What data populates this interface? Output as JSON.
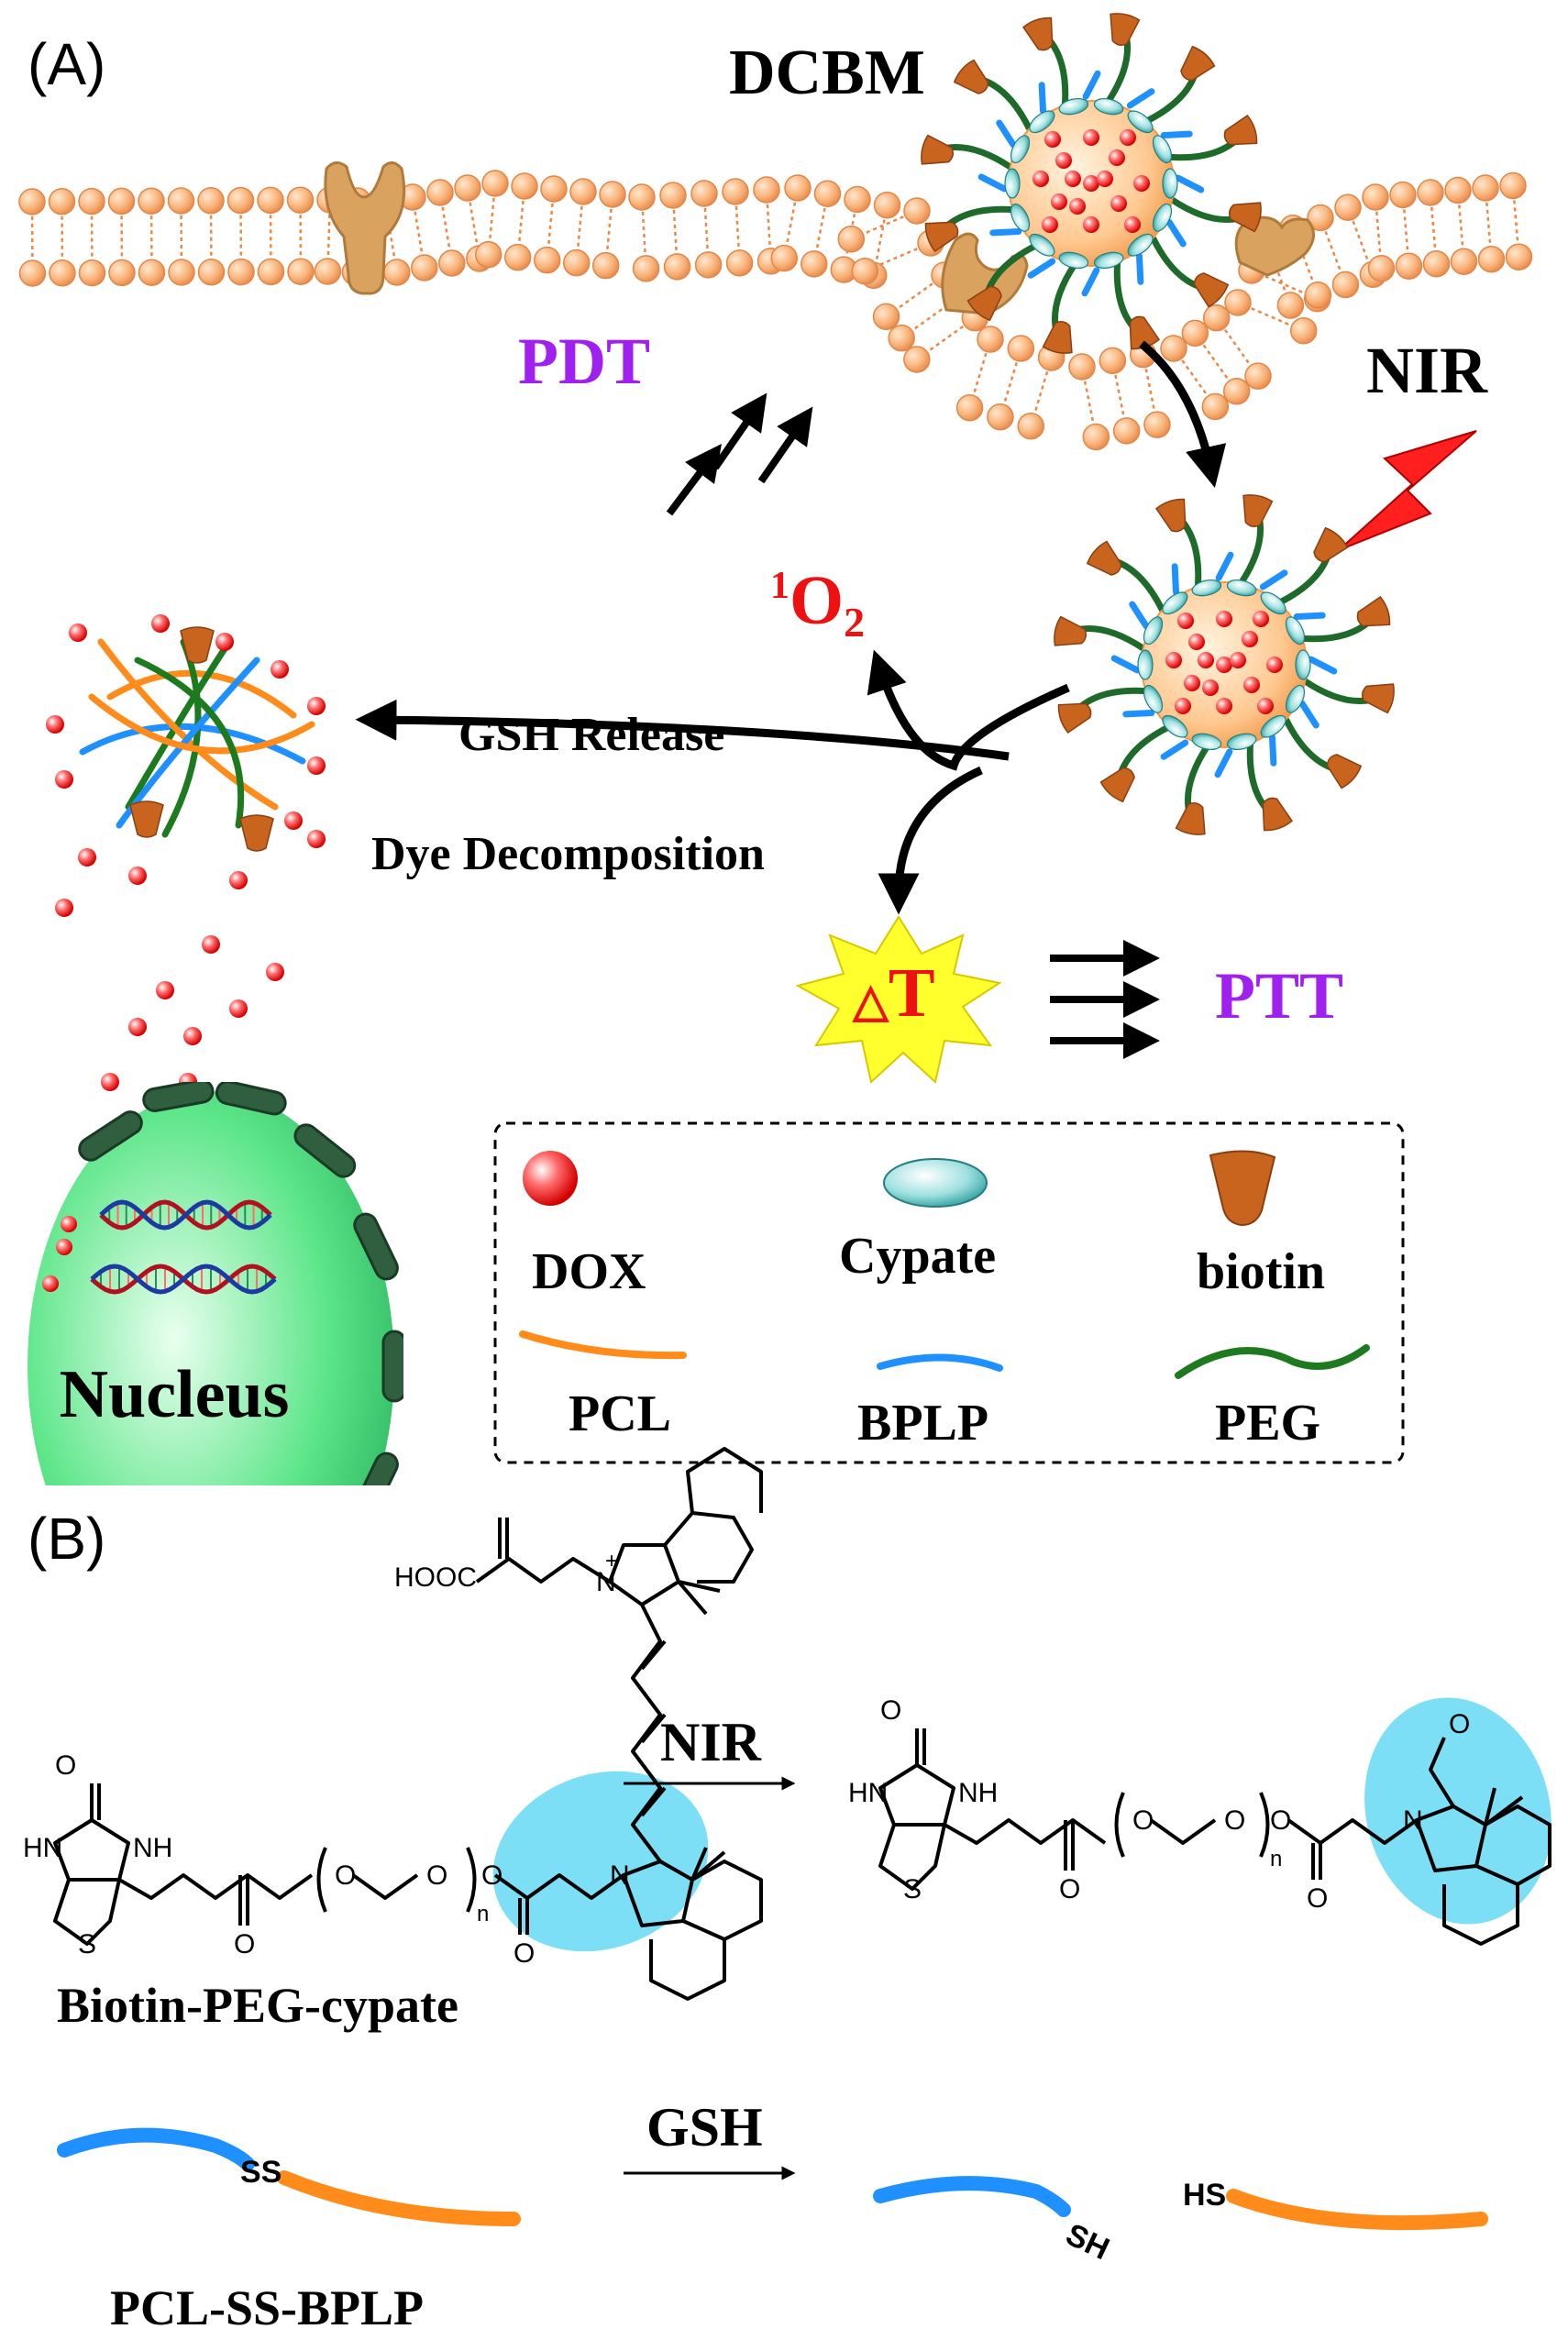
{
  "panels": {
    "a_label": "(A)",
    "b_label": "(B)"
  },
  "panel_a": {
    "particle_name": "DCBM",
    "nir_label": "NIR",
    "pdt_label": "PDT",
    "singlet_oxygen": {
      "superscript": "1",
      "symbol": "O",
      "subscript": "2"
    },
    "gsh_release_label": "GSH Release",
    "dye_decomposition_label": "Dye Decomposition",
    "heat_label": {
      "delta": "△",
      "symbol": "T"
    },
    "ptt_label": "PTT",
    "nucleus_label": "Nucleus",
    "legend": [
      {
        "label": "DOX",
        "icon": "sphere-icon"
      },
      {
        "label": "Cypate",
        "icon": "ellipse-icon"
      },
      {
        "label": "biotin",
        "icon": "cup-icon"
      },
      {
        "label": "PCL",
        "icon": "orange-curve-icon"
      },
      {
        "label": "BPLP",
        "icon": "blue-curve-icon"
      },
      {
        "label": "PEG",
        "icon": "green-curve-icon"
      }
    ]
  },
  "panel_b": {
    "reaction1_condition": "NIR",
    "reaction1_reactant": "Biotin-PEG-cypate",
    "reaction2_condition": "GSH",
    "reaction2_reactant": "PCL-SS-BPLP",
    "atoms": {
      "hooc": "HOOC",
      "n_plus": "N",
      "plus": "+",
      "n": "N",
      "hn": "HN",
      "nh": "NH",
      "o": "O",
      "s": "S",
      "repeat": "n",
      "ss": "SS",
      "sh": "SH",
      "hs": "HS"
    }
  },
  "colors": {
    "membrane": "#f6b277",
    "membrane_edge": "#e8894a",
    "purple": "#a020f0",
    "red": "#ee1111",
    "biotin": "#c8641e",
    "receptor": "#d9a25e",
    "blue": "#1e90ff",
    "orange": "#ff8c1a",
    "green": "#1e7a1e",
    "cyan_highlight": "#7ddff5",
    "nucleus": "#5ee68a",
    "star": "#ffff2e"
  }
}
